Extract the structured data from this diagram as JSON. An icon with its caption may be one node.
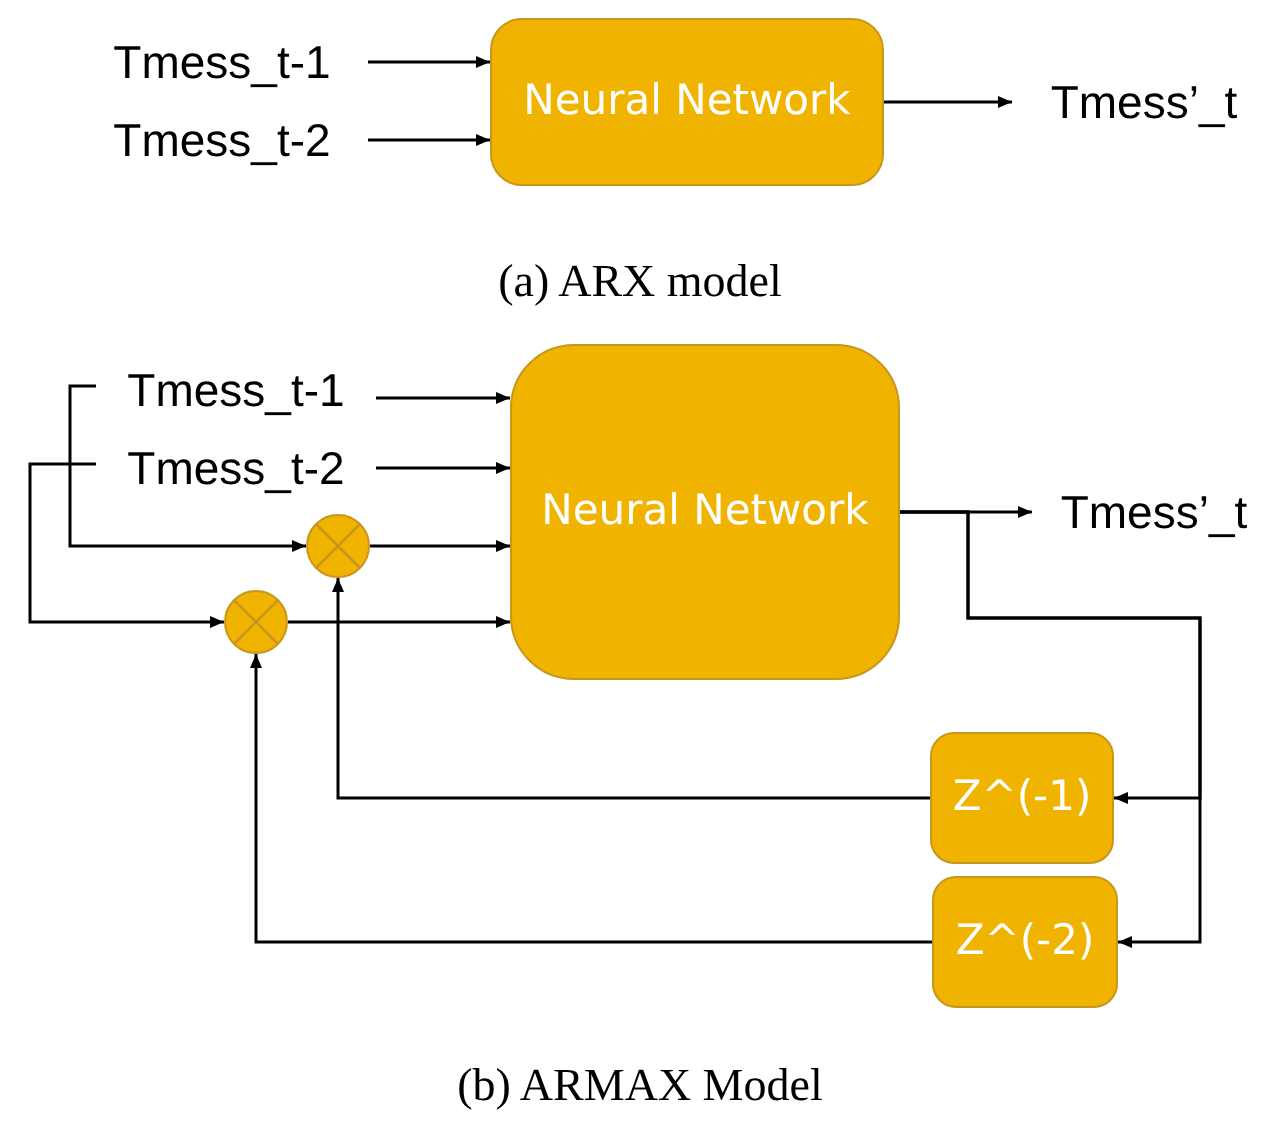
{
  "diagram": {
    "nodes": [
      {
        "text": [
          "Tmess_t-1"
        ]
      },
      {
        "text": [
          "Tmess_t-2"
        ]
      },
      {
        "text": [
          "Neural Network"
        ]
      },
      {
        "text": [
          "Tmess’_t"
        ]
      },
      {
        "text": [
          "Tmess_t-1"
        ]
      },
      {
        "text": [
          "Tmess_t-2"
        ]
      },
      {
        "text": [],
        "shape": "circle"
      },
      {
        "text": [],
        "shape": "circle"
      },
      {
        "text": [
          "Neural Network"
        ]
      },
      {
        "text": [
          "Tmess’_t"
        ]
      },
      {
        "text": [
          "Z^(-1)"
        ]
      },
      {
        "text": [
          "Z^(-2)"
        ]
      }
    ],
    "edges": [
      {
        "from": 0,
        "to": 2,
        "arrow": "to"
      },
      {
        "from": 1,
        "to": 2,
        "arrow": "to"
      },
      {
        "from": 2,
        "to": 3,
        "arrow": "to"
      },
      {
        "from": 4,
        "to": 8,
        "arrow": "to"
      },
      {
        "from": 5,
        "to": 8,
        "arrow": "to"
      },
      {
        "from": 4,
        "to": 6,
        "arrow": "to"
      },
      {
        "from": 5,
        "to": 7,
        "arrow": "to"
      },
      {
        "from": 6,
        "to": 8,
        "arrow": "to"
      },
      {
        "from": 7,
        "to": 8,
        "arrow": "to"
      },
      {
        "from": 8,
        "to": 9,
        "arrow": "to"
      },
      {
        "from": 8,
        "to": 10,
        "arrow": "to"
      },
      {
        "from": 8,
        "to": 11,
        "arrow": "to"
      },
      {
        "from": 10,
        "to": 6,
        "arrow": "to"
      },
      {
        "from": 11,
        "to": 7,
        "arrow": "to"
      }
    ],
    "labels": [
      "(a) ARX model",
      "(b) ARMAX Model"
    ]
  }
}
